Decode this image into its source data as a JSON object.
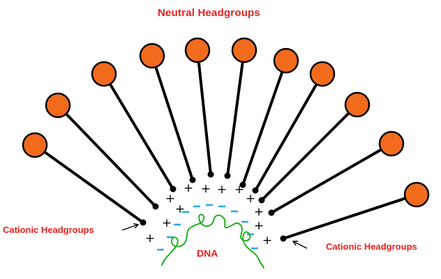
{
  "labels": {
    "neutral_headgroups": "Neutral Headgroups",
    "cationic_headgroups_left": "Cationic Headgroups",
    "cationic_headgroups_right": "Cationic Headgroups",
    "dna": "DNA"
  },
  "symbols": {
    "plus": "+",
    "minus": "−"
  },
  "colors": {
    "neutral_headgroup_fill": "#f26b1d",
    "outline": "#000000",
    "label_text": "#e8211b",
    "dna_strand": "#21b021",
    "negative_charge": "#2aa6e0"
  }
}
